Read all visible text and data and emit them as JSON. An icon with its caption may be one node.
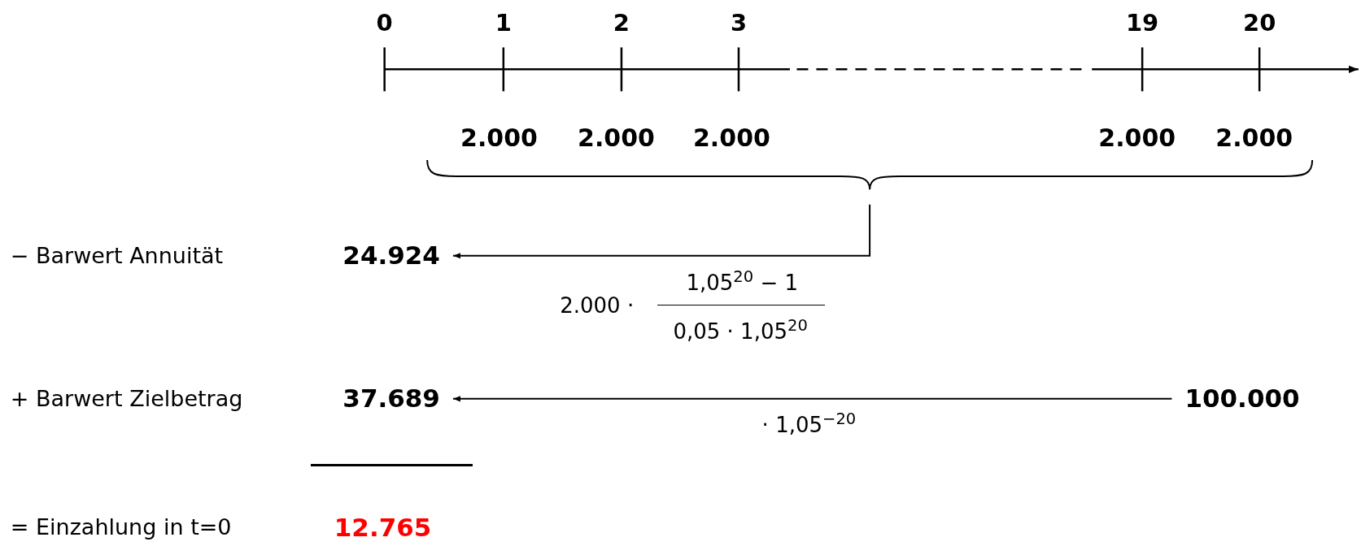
{
  "diagram": {
    "nodes": [
      {
        "text": [],
        "shape": "brace"
      },
      {
        "text": [
          "24.924"
        ]
      },
      {
        "text": [
          "37.689"
        ]
      },
      {
        "text": [
          "100.000"
        ]
      }
    ],
    "edges": [
      {
        "from": 0,
        "to": 1,
        "arrow": "to"
      },
      {
        "from": 3,
        "to": 2,
        "arrow": "to",
        "label": "· 1,05$^{−20}$"
      }
    ],
    "labels": [
      "0",
      "1",
      "2",
      "3",
      "19",
      "20",
      "2.000",
      "2.000",
      "2.000",
      "2.000",
      "2.000",
      "− Barwert Annuität",
      "1,05$^{20}$ − 1",
      "2.000 ·",
      "0,05 · 1,05$^{20}$",
      "+ Barwert Zielbetrag",
      "= Einzahlung in t=0",
      "12.765"
    ]
  }
}
